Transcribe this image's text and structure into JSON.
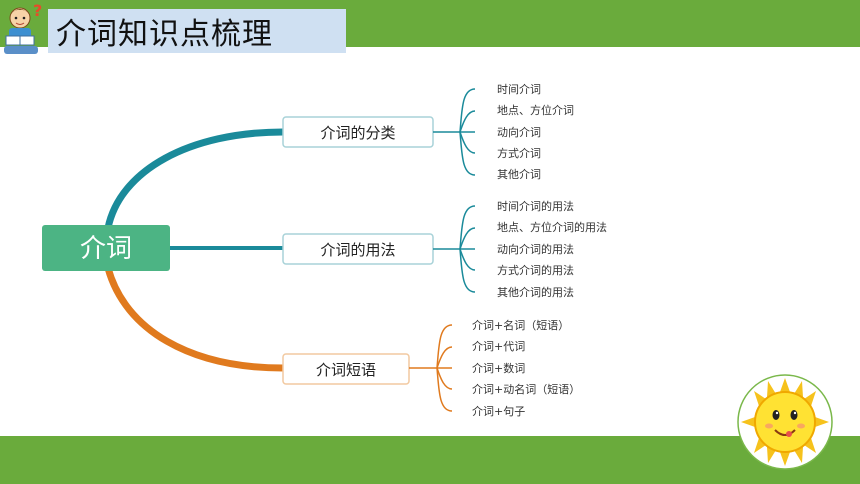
{
  "header": {
    "title": "介词知识点梳理"
  },
  "mindmap": {
    "root": "介词",
    "branches": [
      {
        "label": "介词的分类",
        "color": "#1a8a9a",
        "leaves": [
          "时间介词",
          "地点、方位介词",
          "动向介词",
          "方式介词",
          "其他介词"
        ]
      },
      {
        "label": "介词的用法",
        "color": "#1a8a9a",
        "leaves": [
          "时间介词的用法",
          "地点、方位介词的用法",
          "动向介词的用法",
          "方式介词的用法",
          "其他介词的用法"
        ]
      },
      {
        "label": "介词短语",
        "color": "#e07a1e",
        "leaves": [
          "介词+名词（短语）",
          "介词+代词",
          "介词+数词",
          "介词+动名词（短语）",
          "介词+句子"
        ]
      }
    ]
  },
  "colors": {
    "band": "#6aab3c",
    "title_bg": "#cfe0f2",
    "root_bg": "#4cb484",
    "teal": "#1a8a9a",
    "orange": "#e07a1e"
  },
  "icons": {
    "mascot": "student-reading-icon",
    "sun": "smiling-sun-icon"
  }
}
